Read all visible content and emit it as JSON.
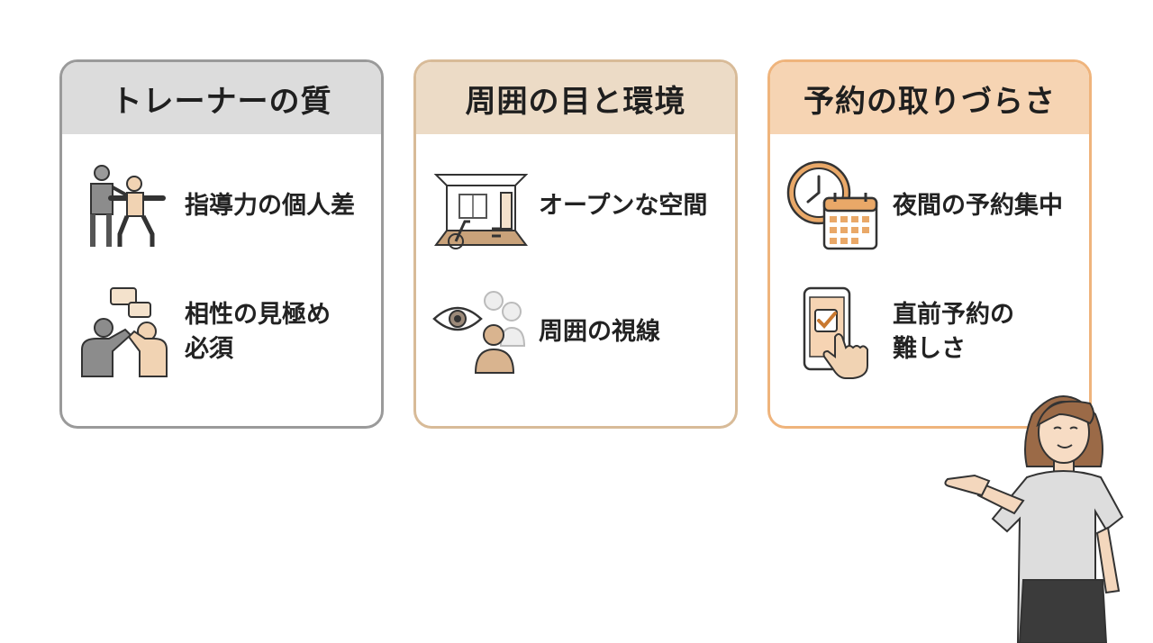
{
  "cards": [
    {
      "title": "トレーナーの質",
      "items": [
        {
          "label": "指導力の個人差",
          "icon": "trainer-coaching-icon"
        },
        {
          "label": "相性の見極め\n必須",
          "icon": "conversation-handshake-icon"
        }
      ]
    },
    {
      "title": "周囲の目と環境",
      "items": [
        {
          "label": "オープンな空間",
          "icon": "open-gym-space-icon"
        },
        {
          "label": "周囲の視線",
          "icon": "watching-eye-icon"
        }
      ]
    },
    {
      "title": "予約の取りづらさ",
      "items": [
        {
          "label": "夜間の予約集中",
          "icon": "clock-calendar-icon"
        },
        {
          "label": "直前予約の\n難しさ",
          "icon": "smartphone-booking-icon"
        }
      ]
    }
  ],
  "colors": {
    "card1_border": "#9a9a9a",
    "card1_header": "#dcdcdc",
    "card2_border": "#d8bb98",
    "card2_header": "#ecdbc6",
    "card3_border": "#efb47c",
    "card3_header": "#f6d4b3"
  }
}
